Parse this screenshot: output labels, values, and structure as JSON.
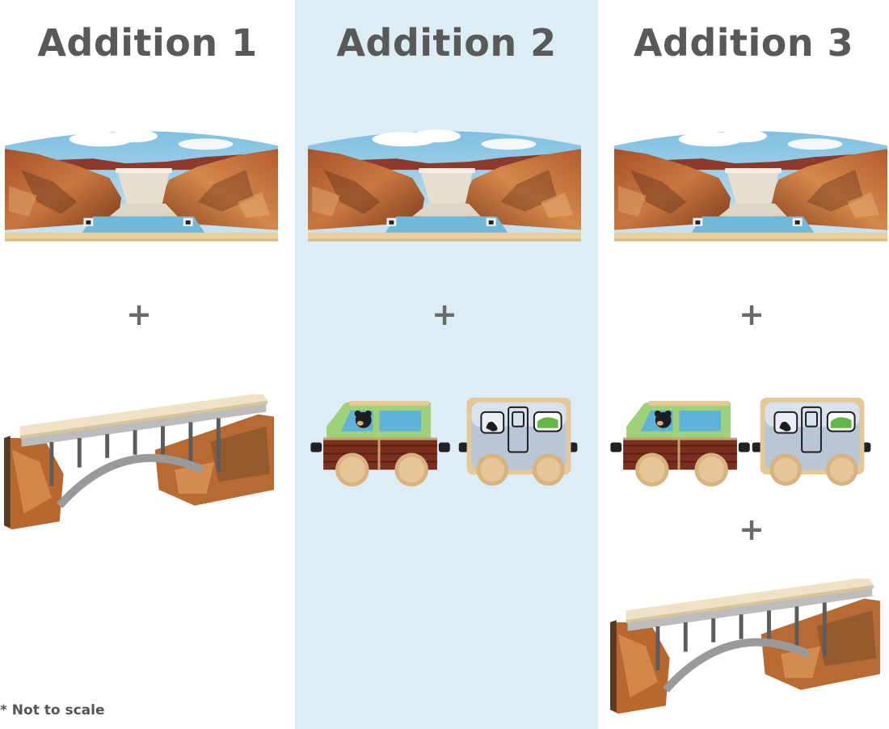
{
  "columns": [
    {
      "title": "Addition 1",
      "items": [
        "canyon-dam-backdrop",
        "arch-bridge"
      ],
      "plus_count": 1
    },
    {
      "title": "Addition 2",
      "items": [
        "canyon-dam-backdrop",
        "bear-wagon-car",
        "skunk-trailer-car"
      ],
      "plus_count": 1
    },
    {
      "title": "Addition 3",
      "items": [
        "canyon-dam-backdrop",
        "bear-wagon-car",
        "skunk-trailer-car",
        "arch-bridge"
      ],
      "plus_count": 2
    }
  ],
  "plus_symbol": "+",
  "footnote": "* Not to scale",
  "colors": {
    "highlight_column": "#dcedf6",
    "title_text": "#595959",
    "plus": "#6a6a6a"
  }
}
